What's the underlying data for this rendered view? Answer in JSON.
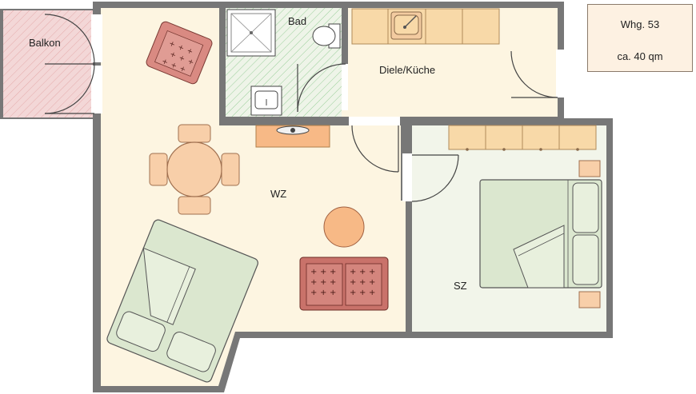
{
  "unit": {
    "title": "Whg. 53",
    "area": "ca. 40 qm"
  },
  "rooms": {
    "balkon": "Balkon",
    "bad": "Bad",
    "diele": "Diele/Küche",
    "wz": "WZ",
    "sz": "SZ"
  },
  "colors": {
    "wall": "#777777",
    "floor_main": "#fdf5e1",
    "floor_bath": "#eef4e8",
    "floor_bedroom": "#f2f5ea",
    "balcony": "#f3d7d7",
    "furniture_tan": "#f8d9a8",
    "chair_red": "#d98a82",
    "sofa_red": "#c9726a",
    "bed_green": "#dbe7cf",
    "table_round": "#f8cfa9",
    "side_table": "#f7b986"
  }
}
